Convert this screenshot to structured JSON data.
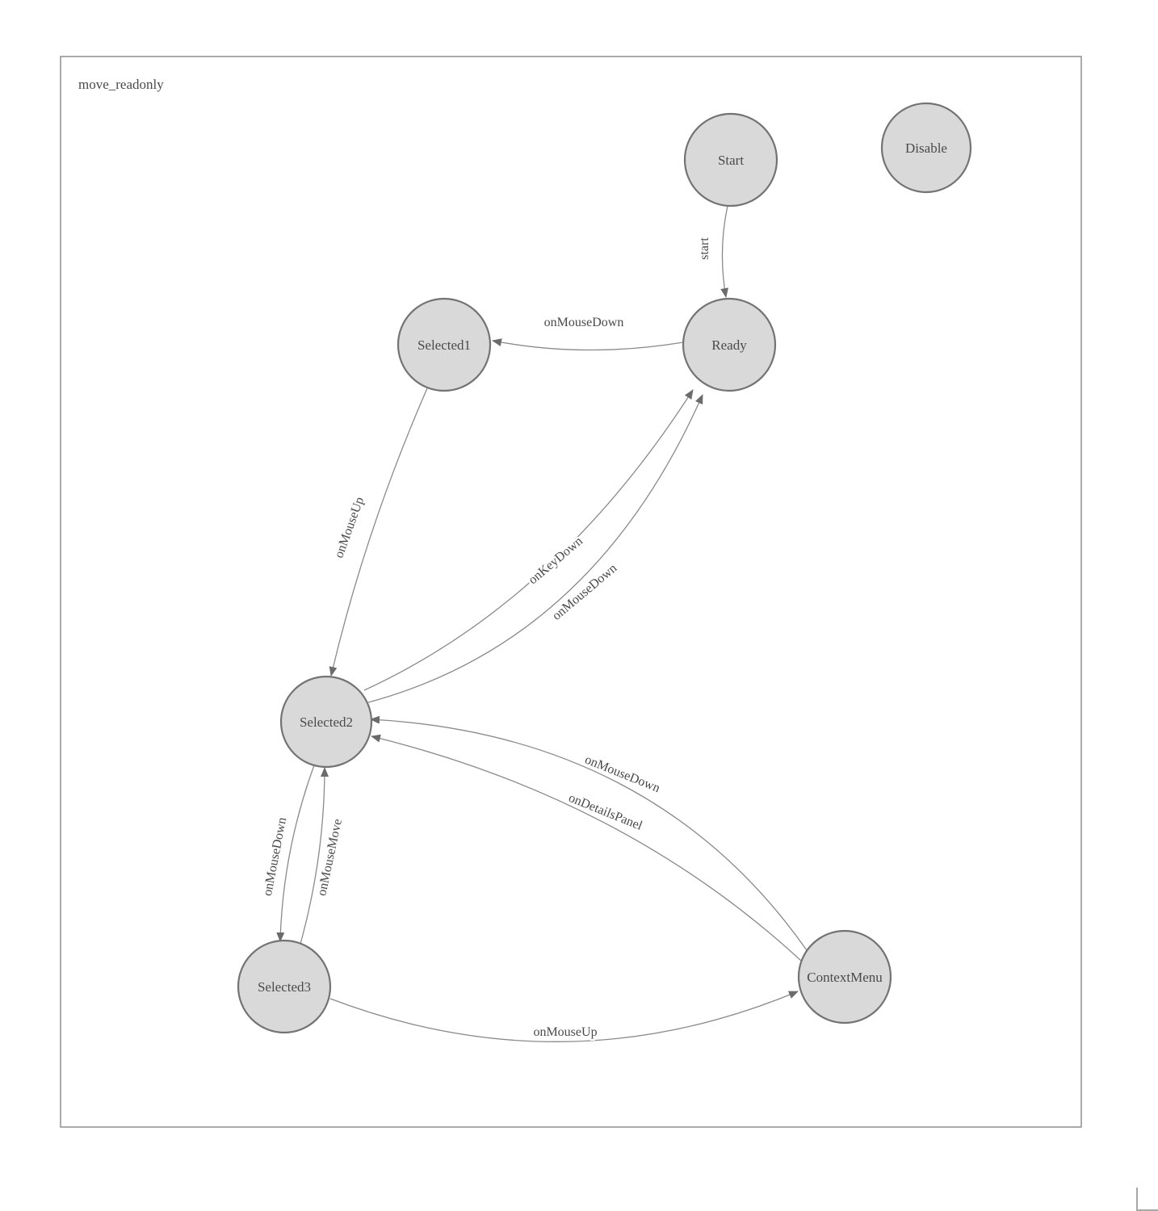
{
  "diagram": {
    "title": "move_readonly",
    "type": "state-machine",
    "nodes": [
      {
        "id": "start",
        "label": "Start"
      },
      {
        "id": "disable",
        "label": "Disable"
      },
      {
        "id": "ready",
        "label": "Ready"
      },
      {
        "id": "selected1",
        "label": "Selected1"
      },
      {
        "id": "selected2",
        "label": "Selected2"
      },
      {
        "id": "selected3",
        "label": "Selected3"
      },
      {
        "id": "contextmenu",
        "label": "ContextMenu"
      }
    ],
    "edges": [
      {
        "from": "Start",
        "to": "Ready",
        "label": "start"
      },
      {
        "from": "Ready",
        "to": "Selected1",
        "label": "onMouseDown"
      },
      {
        "from": "Selected1",
        "to": "Selected2",
        "label": "onMouseUp"
      },
      {
        "from": "Selected2",
        "to": "Ready",
        "label": "onKeyDown"
      },
      {
        "from": "Selected2",
        "to": "Ready",
        "label": "onMouseDown"
      },
      {
        "from": "Selected2",
        "to": "Selected3",
        "label": "onMouseDown"
      },
      {
        "from": "Selected3",
        "to": "Selected2",
        "label": "onMouseMove"
      },
      {
        "from": "ContextMenu",
        "to": "Selected2",
        "label": "onMouseDown"
      },
      {
        "from": "ContextMenu",
        "to": "Selected2",
        "label": "onDetailsPanel"
      },
      {
        "from": "Selected3",
        "to": "ContextMenu",
        "label": "onMouseUp"
      }
    ],
    "colors": {
      "node_fill": "#d9d9d9",
      "node_stroke": "#737373",
      "edge_stroke": "#8a8a8a",
      "arrow_fill": "#6b6b6b",
      "label_text": "#4a4a4a",
      "border": "#8f8f8f"
    }
  }
}
